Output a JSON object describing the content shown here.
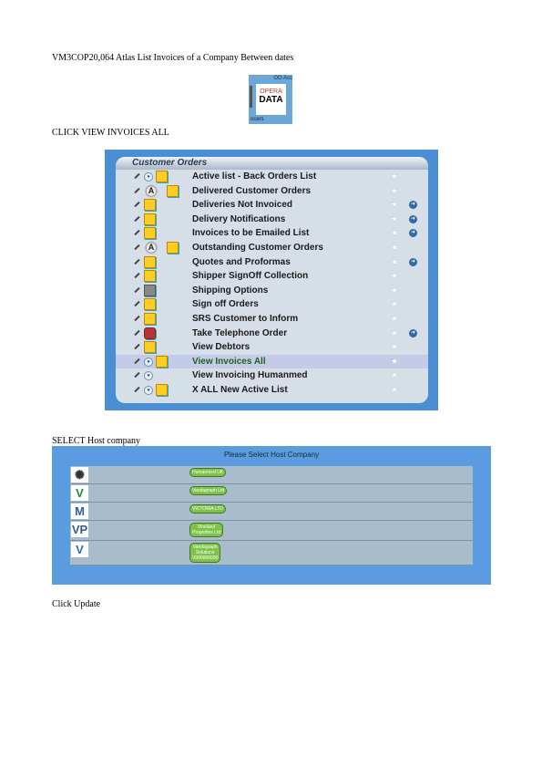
{
  "doc": {
    "title": "VM3COP20,064 Atlas List Invoices of a Company Between dates",
    "step1": "CLICK VIEW INVOICES ALL",
    "step2": "SELECT Host company",
    "step3": "Click Update"
  },
  "logo": {
    "top": "OO Acc",
    "line1": "OPERA",
    "line2": "DATA",
    "bottom": "ocers"
  },
  "orders": {
    "title": "Customer Orders",
    "items": [
      {
        "label": "Active list - Back Orders List",
        "lead": "circle",
        "folder": "yellow",
        "go": false
      },
      {
        "label": "Delivered Customer Orders",
        "lead": "gear",
        "folder": "yellow",
        "go": false
      },
      {
        "label": "Deliveries Not Invoiced",
        "lead": "none",
        "folder": "yellow",
        "go": true
      },
      {
        "label": "Delivery Notifications",
        "lead": "none",
        "folder": "yellow",
        "go": true
      },
      {
        "label": "Invoices to be Emailed List",
        "lead": "none",
        "folder": "yellow",
        "go": true
      },
      {
        "label": "Outstanding Customer Orders",
        "lead": "gear",
        "folder": "yellow",
        "go": false
      },
      {
        "label": "Quotes and Proformas",
        "lead": "none",
        "folder": "yellow",
        "go": true
      },
      {
        "label": "Shipper SignOff Collection",
        "lead": "none",
        "folder": "yellow",
        "go": false
      },
      {
        "label": "Shipping Options",
        "lead": "none",
        "folder": "dark",
        "go": false
      },
      {
        "label": "Sign off Orders",
        "lead": "none",
        "folder": "yellow",
        "go": false
      },
      {
        "label": "SRS Customer to Inform",
        "lead": "none",
        "folder": "yellow",
        "go": false
      },
      {
        "label": "Take Telephone Order",
        "lead": "none",
        "folder": "red",
        "go": true
      },
      {
        "label": "View Debtors",
        "lead": "none",
        "folder": "yellow",
        "go": false
      },
      {
        "label": "View Invoices All",
        "lead": "circle",
        "folder": "yellow",
        "go": false,
        "highlight": true
      },
      {
        "label": "View Invoicing Humanmed",
        "lead": "circle",
        "folder": "none",
        "go": false
      },
      {
        "label": "X ALL New Active List",
        "lead": "circle",
        "folder": "yellow",
        "go": false
      }
    ]
  },
  "host": {
    "title": "Please Select Host Company",
    "companies": [
      {
        "button": "Humanmed UK",
        "icon": "signal-logo-icon",
        "glyph": "✺",
        "color": "#333333"
      },
      {
        "button": "Vandagraph Ltd",
        "icon": "v-circle-logo-icon",
        "glyph": "V",
        "color": "#1d8a3c"
      },
      {
        "button": "VICTORIA LTD",
        "icon": "m-logo-icon",
        "glyph": "M",
        "color": "#2d5e9e"
      },
      {
        "button": "Vineland\nProperties Ltd",
        "icon": "vp-logo-icon",
        "glyph": "VP",
        "color": "#3a5c8a"
      },
      {
        "button": "Vandagraph\nSolutions\nV000000000",
        "icon": "v-logo-icon",
        "glyph": "V",
        "color": "#2a6db0"
      }
    ]
  },
  "colors": {
    "page_bg": "#ffffff",
    "panel_blue": "#4a8fd4",
    "host_blue": "#5b9ce0",
    "button_green": "#7ec24a"
  }
}
